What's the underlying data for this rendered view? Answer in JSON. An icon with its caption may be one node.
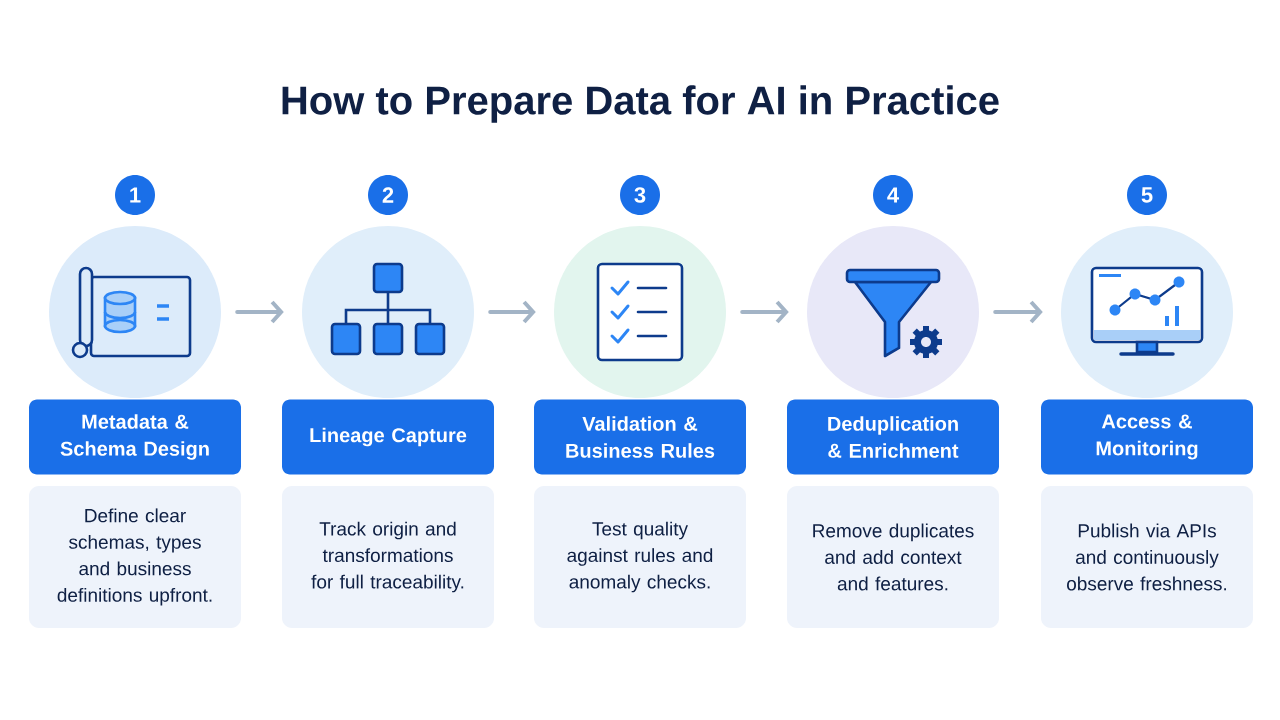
{
  "diagram": {
    "title": "How to Prepare Data for AI in Practice",
    "nodes": [
      {
        "text": [
          "1"
        ]
      },
      {
        "text": [],
        "shape": "circle"
      },
      {
        "text": [
          "Metadata & Schema Design"
        ]
      },
      {
        "text": [
          "Define clear schemas, types and business definitions upfront."
        ]
      },
      {
        "text": [
          "2"
        ]
      },
      {
        "text": [],
        "shape": "circle"
      },
      {
        "text": [
          "Lineage Capture"
        ]
      },
      {
        "text": [
          "Track origin and transformations for full traceability."
        ]
      },
      {
        "text": [
          "3"
        ]
      },
      {
        "text": [],
        "shape": "circle"
      },
      {
        "text": [
          "Validation & Business Rules"
        ]
      },
      {
        "text": [
          "Test quality against rules and anomaly checks."
        ]
      },
      {
        "text": [
          "4"
        ]
      },
      {
        "text": [],
        "shape": "circle"
      },
      {
        "text": [
          "Deduplication & Enrichment"
        ]
      },
      {
        "text": [
          "Remove duplicates and add context and features."
        ]
      },
      {
        "text": [
          "5"
        ]
      },
      {
        "text": [],
        "shape": "circle"
      },
      {
        "text": [
          "Access & Monitoring"
        ]
      },
      {
        "text": [
          "Publish via APIs and continuously observe freshness."
        ]
      }
    ],
    "edges": [
      {
        "from": 1,
        "to": 5,
        "arrow": "to"
      },
      {
        "from": 5,
        "to": 9,
        "arrow": "to"
      },
      {
        "from": 9,
        "to": 13,
        "arrow": "to"
      },
      {
        "from": 13,
        "to": 17,
        "arrow": "to"
      }
    ]
  }
}
